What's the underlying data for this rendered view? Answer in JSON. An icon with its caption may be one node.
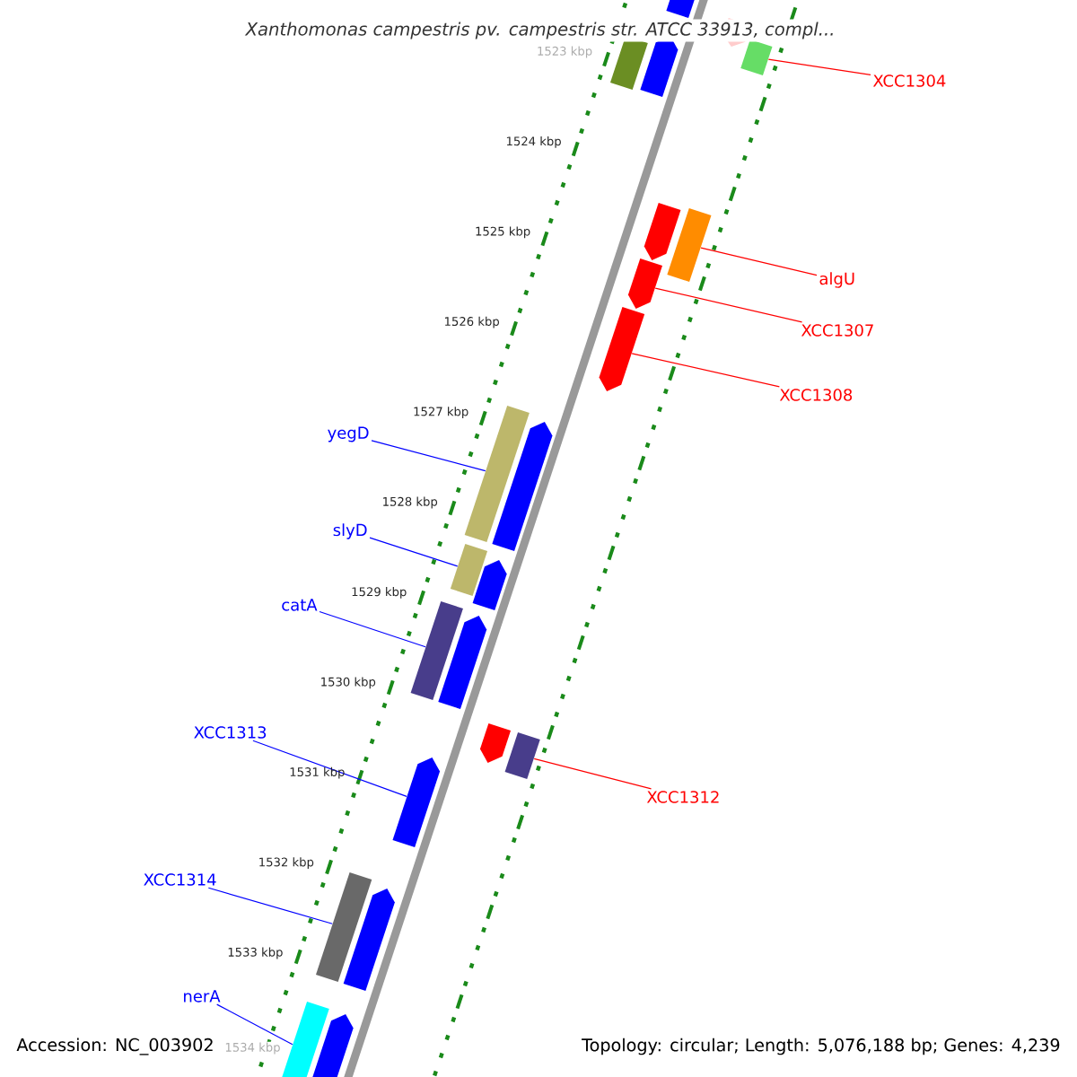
{
  "diagram": {
    "title": "Xanthomonas campestris pv. campestris str. ATCC 33913, compl...",
    "nodes": [
      {
        "text": [
          "XCC1304"
        ]
      },
      {
        "text": [
          "algU"
        ]
      },
      {
        "text": [
          "XCC1307"
        ]
      },
      {
        "text": [
          "XCC1308"
        ]
      },
      {
        "text": [
          "yegD"
        ]
      },
      {
        "text": [
          "slyD"
        ]
      },
      {
        "text": [
          "catA"
        ]
      },
      {
        "text": [
          "XCC1313"
        ]
      },
      {
        "text": [
          "XCC1312"
        ]
      },
      {
        "text": [
          "XCC1314"
        ]
      },
      {
        "text": [
          "nerA"
        ]
      },
      {
        "text": [],
        "shape": "box"
      },
      {
        "text": [],
        "shape": "box"
      },
      {
        "text": [],
        "shape": "arrow"
      },
      {
        "text": [],
        "shape": "arrow"
      },
      {
        "text": [],
        "shape": "box"
      },
      {
        "text": [],
        "shape": "box"
      },
      {
        "text": [],
        "shape": "box"
      },
      {
        "text": [],
        "shape": "arrow"
      },
      {
        "text": [],
        "shape": "box"
      },
      {
        "text": [],
        "shape": "box"
      },
      {
        "text": [],
        "shape": "box"
      }
    ],
    "edges": [
      {
        "from": 0,
        "to": 11,
        "arrow": "none",
        "color": "#ff0000"
      },
      {
        "from": 1,
        "to": 12,
        "arrow": "none",
        "color": "#ff0000"
      },
      {
        "from": 2,
        "to": 13,
        "arrow": "none",
        "color": "#ff0000"
      },
      {
        "from": 3,
        "to": 14,
        "arrow": "none",
        "color": "#ff0000"
      },
      {
        "from": 4,
        "to": 15,
        "arrow": "none"
      },
      {
        "from": 5,
        "to": 16,
        "arrow": "none"
      },
      {
        "from": 6,
        "to": 17,
        "arrow": "none"
      },
      {
        "from": 7,
        "to": 18,
        "arrow": "none"
      },
      {
        "from": 8,
        "to": 19,
        "arrow": "none",
        "color": "#ff0000"
      },
      {
        "from": 9,
        "to": 20,
        "arrow": "none"
      },
      {
        "from": 10,
        "to": 21,
        "arrow": "none"
      }
    ],
    "labels": [
      "1523 kbp",
      "1524 kbp",
      "1525 kbp",
      "1526 kbp",
      "1527 kbp",
      "1528 kbp",
      "1529 kbp",
      "1530 kbp",
      "1531 kbp",
      "1532 kbp",
      "1533 kbp",
      "1534 kbp",
      "Accession: NC_003902",
      "Topology: circular; Length: 5,076,188 bp; Genes: 4,239"
    ]
  }
}
